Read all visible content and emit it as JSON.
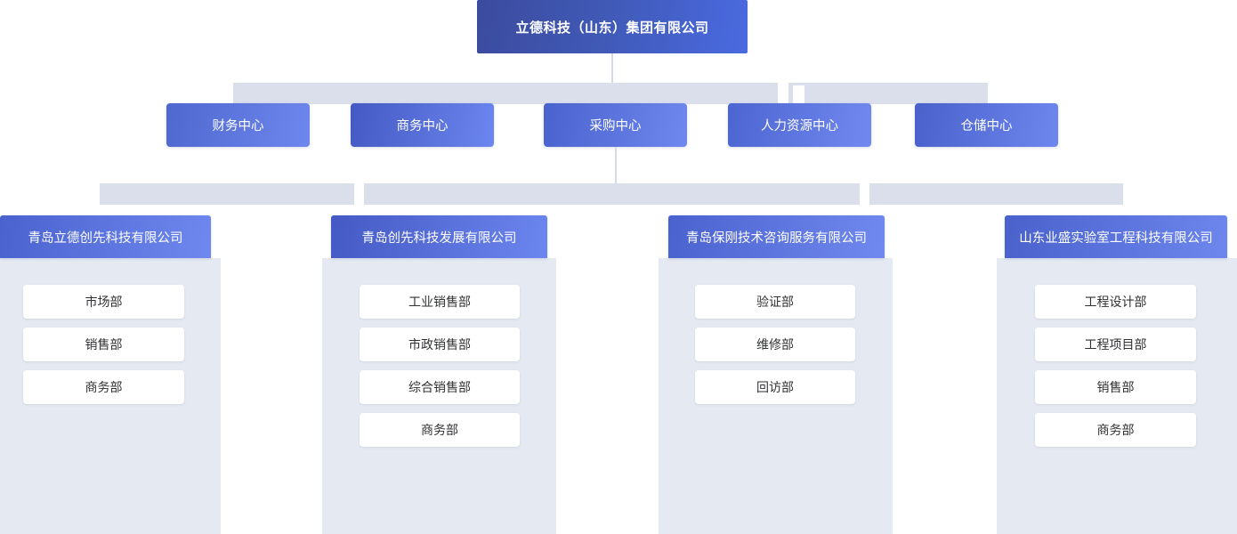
{
  "root": {
    "label": "立德科技（山东）集团有限公司",
    "color": "#4059b5"
  },
  "theme": {
    "node_accent": "#6c86ef",
    "connector_band": "#dadfeb",
    "connector_line": "#d3dae8",
    "column_background": "#e5e9f1",
    "chip_background": "#ffffff",
    "chip_text": "#303133",
    "node_text": "#ffffff"
  },
  "centers": [
    {
      "label": "财务中心"
    },
    {
      "label": "商务中心"
    },
    {
      "label": "采购中心"
    },
    {
      "label": "人力资源中心"
    },
    {
      "label": "仓储中心"
    }
  ],
  "companies": [
    {
      "label": "青岛立德创先科技有限公司",
      "departments": [
        {
          "label": "市场部"
        },
        {
          "label": "销售部"
        },
        {
          "label": "商务部"
        }
      ]
    },
    {
      "label": "青岛创先科技发展有限公司",
      "departments": [
        {
          "label": "工业销售部"
        },
        {
          "label": "市政销售部"
        },
        {
          "label": "综合销售部"
        },
        {
          "label": "商务部"
        }
      ]
    },
    {
      "label": "青岛保刚技术咨询服务有限公司",
      "departments": [
        {
          "label": "验证部"
        },
        {
          "label": "维修部"
        },
        {
          "label": "回访部"
        }
      ]
    },
    {
      "label": "山东业盛实验室工程科技有限公司",
      "departments": [
        {
          "label": "工程设计部"
        },
        {
          "label": "工程项目部"
        },
        {
          "label": "销售部"
        },
        {
          "label": "商务部"
        }
      ]
    }
  ]
}
